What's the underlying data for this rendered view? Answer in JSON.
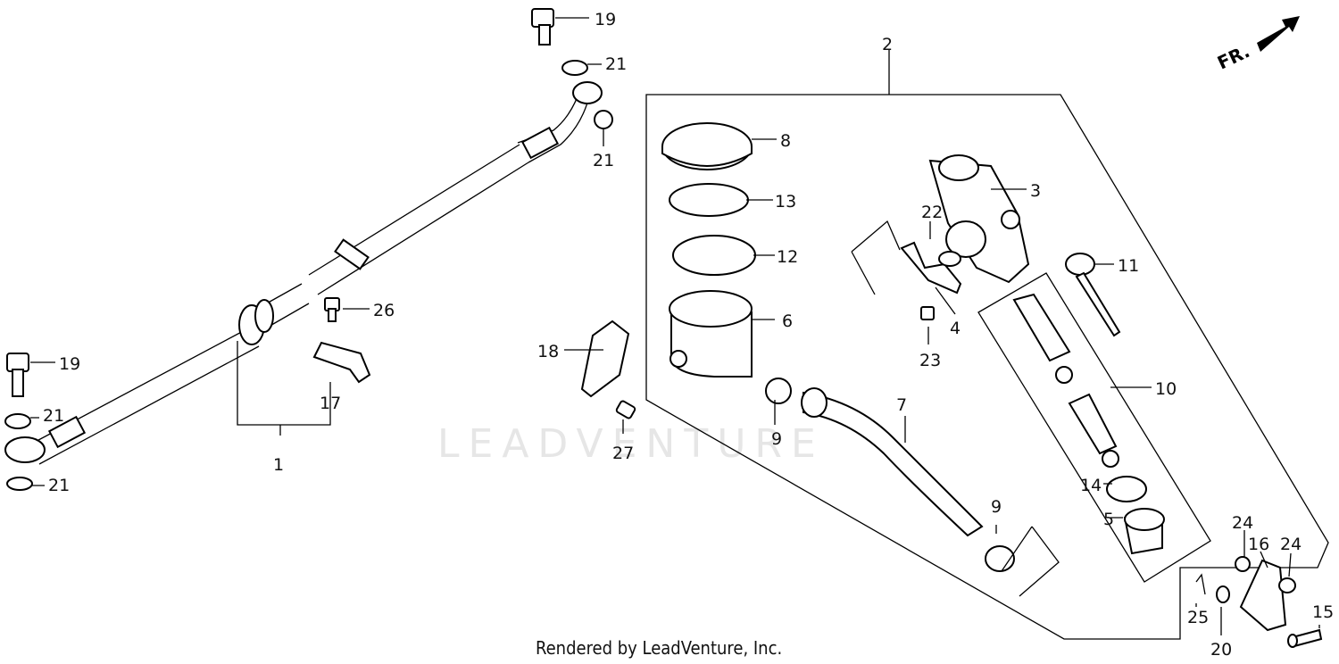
{
  "watermark": "LEADVENTURE",
  "direction_label": "FR.",
  "credit": "Rendered by LeadVenture, Inc.",
  "callouts": {
    "c1": "1",
    "c2": "2",
    "c3": "3",
    "c4": "4",
    "c5": "5",
    "c6": "6",
    "c7": "7",
    "c8": "8",
    "c9a": "9",
    "c9b": "9",
    "c10": "10",
    "c11": "11",
    "c12": "12",
    "c13": "13",
    "c14": "14",
    "c15": "15",
    "c16": "16",
    "c17": "17",
    "c18": "18",
    "c19a": "19",
    "c19b": "19",
    "c20": "20",
    "c21a": "21",
    "c21b": "21",
    "c21c": "21",
    "c21d": "21",
    "c22": "22",
    "c23": "23",
    "c24a": "24",
    "c24b": "24",
    "c25": "25",
    "c26": "26",
    "c27": "27"
  }
}
